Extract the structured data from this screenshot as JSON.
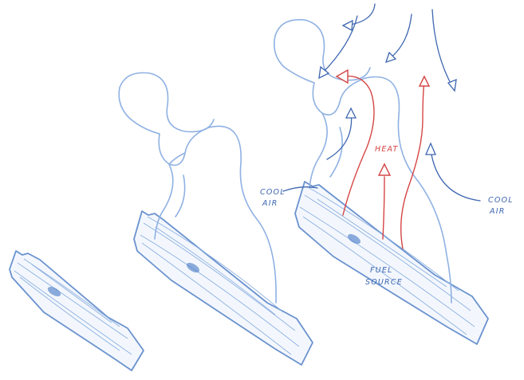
{
  "colors": {
    "sketch_blue": "#7fa4d6",
    "log_blue": "#5d89c9",
    "ink_blue": "#3d66b0",
    "heat_red": "#d64545",
    "background": "#ffffff"
  },
  "stages": [
    {
      "id": "stage-1",
      "content": "log"
    },
    {
      "id": "stage-2",
      "content": "log-with-flame"
    },
    {
      "id": "stage-3",
      "content": "log-with-flame-and-airflow"
    }
  ],
  "labels": {
    "cool_air_left_1": "COOL",
    "cool_air_left_2": "AIR",
    "cool_air_right_1": "COOL",
    "cool_air_right_2": "AIR",
    "heat": "HEAT",
    "fuel_source_1": "FUEL",
    "fuel_source_2": "SOURCE"
  },
  "icons": {
    "arrowhead": "hollow-triangle-arrowhead"
  }
}
